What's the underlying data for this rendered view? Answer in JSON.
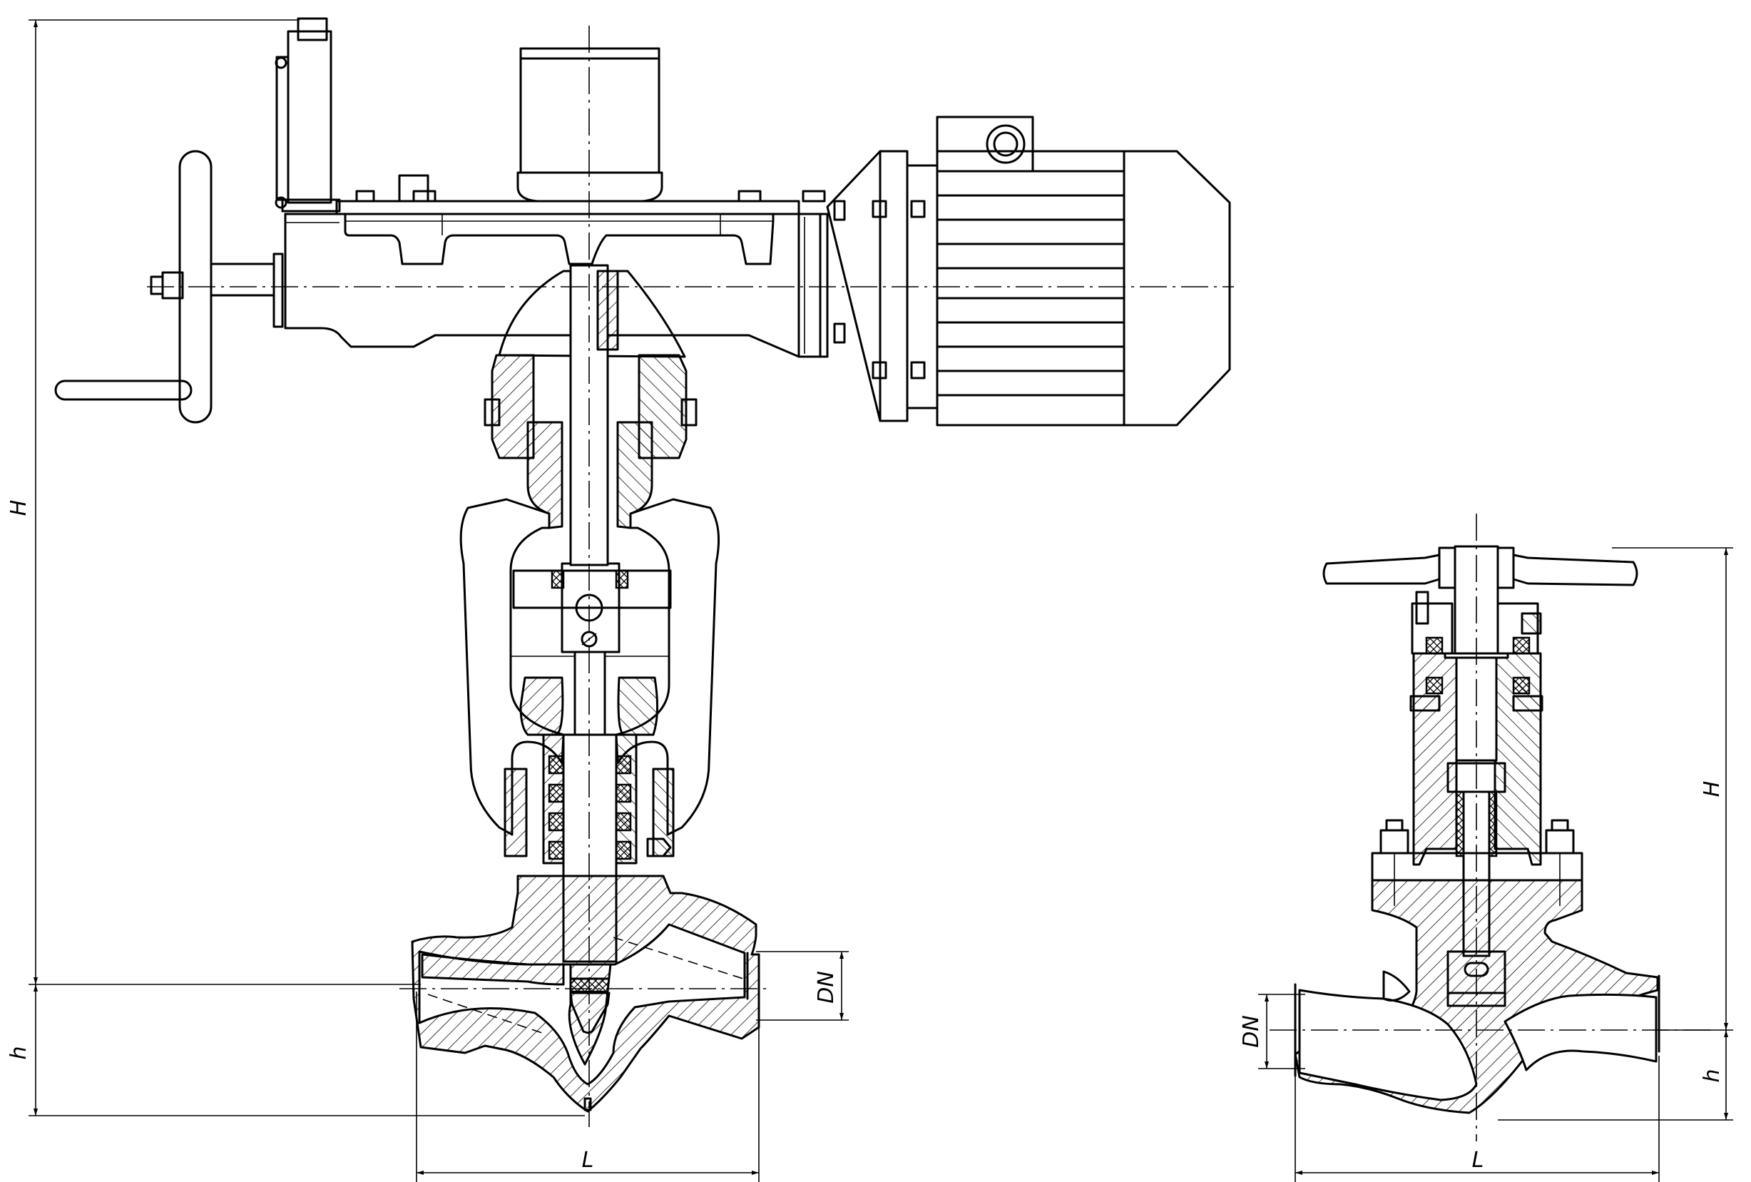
{
  "dimension_labels": {
    "left_height": "H",
    "left_base_height": "h",
    "left_length": "L",
    "left_nominal_diameter": "DN",
    "right_height": "H",
    "right_base_height": "h",
    "right_length": "L",
    "right_nominal_diameter": "DN"
  },
  "views": [
    "electric-actuated-globe-valve",
    "manual-handwheel-globe-valve"
  ]
}
